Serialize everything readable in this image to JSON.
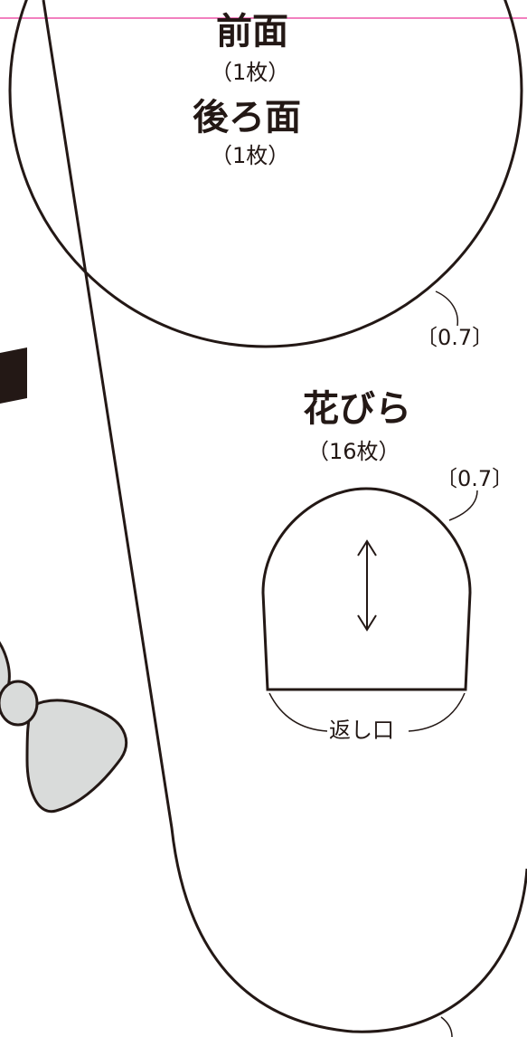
{
  "pattern": {
    "front_label": "前面",
    "front_qty": "（1枚）",
    "back_label": "後ろ面",
    "back_qty": "（1枚）",
    "circle_seam": "〔0.7〕",
    "petal_label": "花びら",
    "petal_qty": "（16枚）",
    "petal_seam": "〔0.7〕",
    "opening_label": "返し口"
  },
  "colors": {
    "line": "#231815",
    "guide": "#e4007f",
    "bow_fill": "#d9dbda",
    "tab_fill": "#231815"
  }
}
